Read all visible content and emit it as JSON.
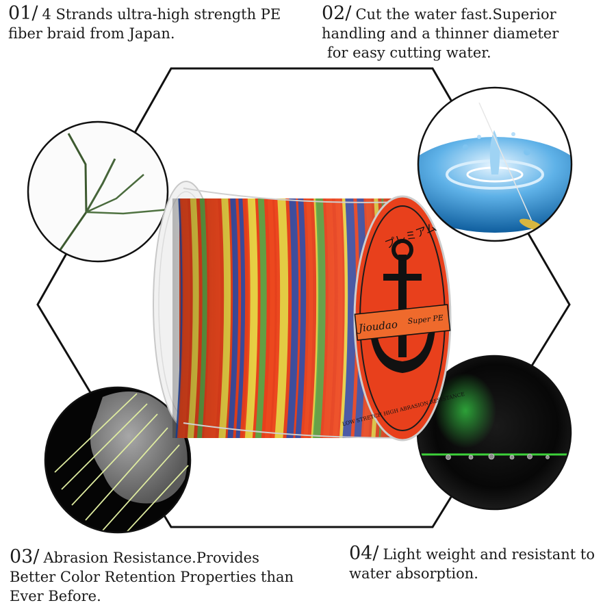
{
  "features": [
    {
      "number": "01/",
      "text": "4 Strands ultra-high strength PE fiber braid from Japan."
    },
    {
      "number": "02/",
      "text": "Cut the water fast.Superior handling and a thinner diameter",
      "text2": "for easy cutting water."
    },
    {
      "number": "03/",
      "text": "Abrasion Resistance.Provides Better Color Retention Properties than Ever Before."
    },
    {
      "number": "04/",
      "text": "Light weight and resistant to water absorption."
    }
  ],
  "spool": {
    "brand": "Jioudao",
    "product": "Super PE",
    "katakana": "プレミアム",
    "rim_text": "LOW STRETCH HIGH ABRASION RESISTANCE"
  },
  "colors": {
    "label_red": "#e8401c",
    "braid_orange": "#f04a1e",
    "braid_blue": "#1f4fb5",
    "braid_green": "#4cb04a",
    "braid_yellow": "#e6e84a",
    "line_green": "#3dd13a"
  }
}
